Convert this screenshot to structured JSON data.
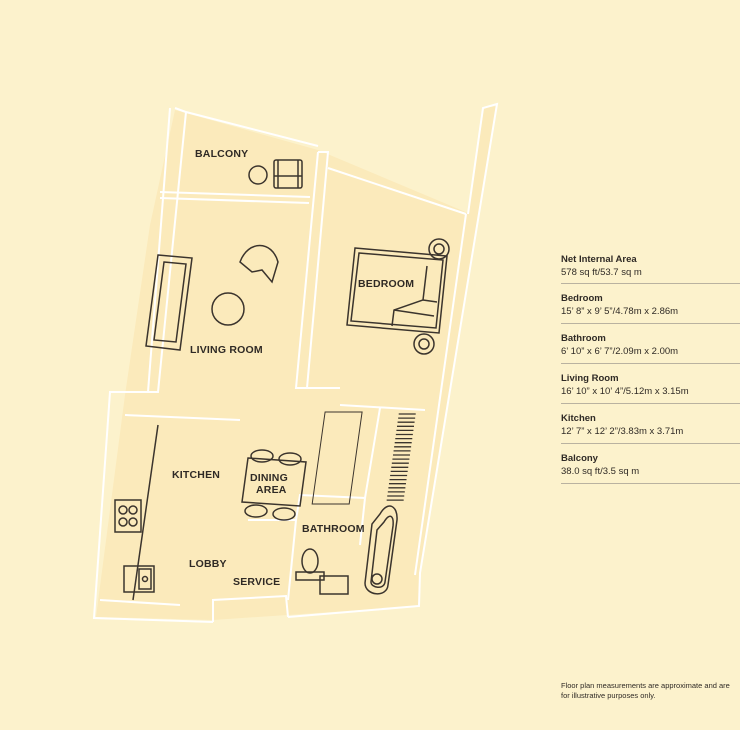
{
  "rooms": {
    "balcony": "BALCONY",
    "living_room": "LIVING ROOM",
    "bedroom": "BEDROOM",
    "kitchen": "KITCHEN",
    "dining_line1": "DINING",
    "dining_line2": "AREA",
    "bathroom": "BATHROOM",
    "lobby": "LOBBY",
    "service": "SERVICE"
  },
  "areas": [
    {
      "title": "Net Internal Area",
      "value": "578 sq ft/53.7 sq m"
    },
    {
      "title": "Bedroom",
      "value": "15’ 8” x 9’ 5”/4.78m x 2.86m"
    },
    {
      "title": "Bathroom",
      "value": "6’ 10” x 6’ 7”/2.09m x 2.00m"
    },
    {
      "title": "Living Room",
      "value": "16’ 10” x 10’ 4”/5.12m x 3.15m"
    },
    {
      "title": "Kitchen",
      "value": "12’ 7” x 12’ 2”/3.83m x 3.71m"
    },
    {
      "title": "Balcony",
      "value": "38.0 sq ft/3.5 sq m"
    }
  ],
  "footnote": "Floor plan measurements are approximate and are for illustrative purposes only.",
  "colors": {
    "background": "#fcf2cc",
    "floor": "#fbecbe",
    "wall_line": "#ffffff",
    "furniture": "#3b342d"
  }
}
